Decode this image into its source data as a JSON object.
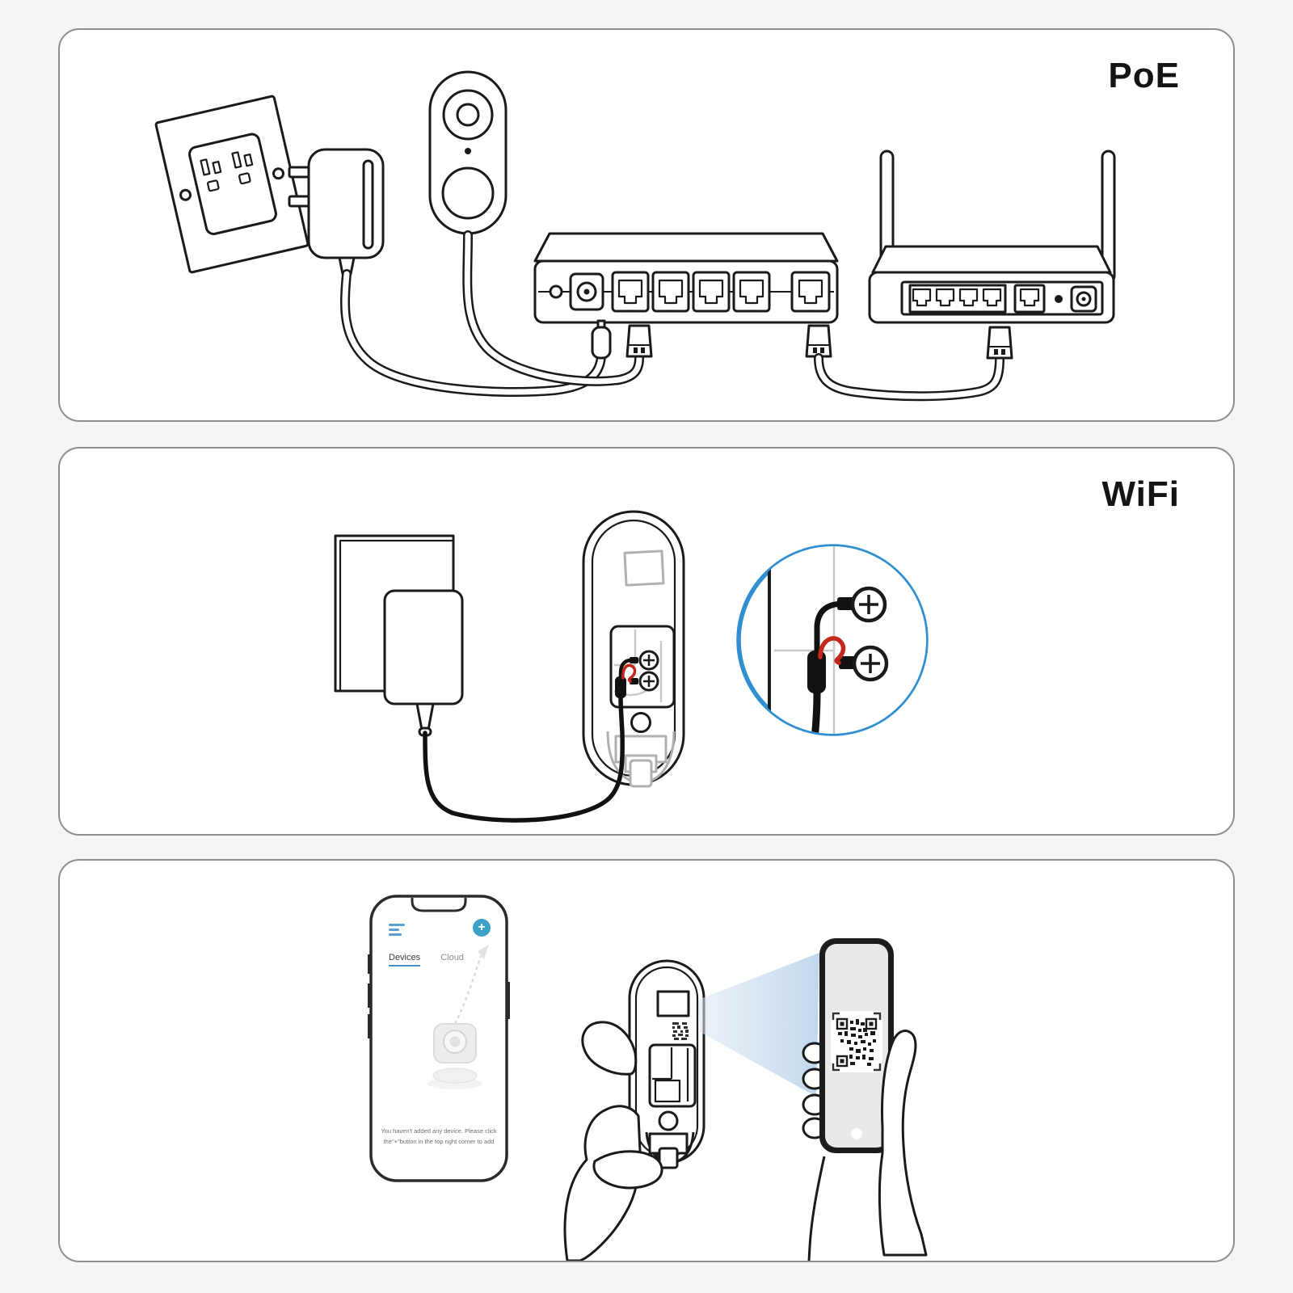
{
  "panels": [
    {
      "id": "poe",
      "label": "PoE"
    },
    {
      "id": "wifi",
      "label": "WiFi"
    },
    {
      "id": "app-setup",
      "label": ""
    }
  ],
  "app": {
    "menu_icon": "hamburger-icon",
    "add_button_label": "+",
    "tabs": [
      {
        "label": "Devices",
        "active": true
      },
      {
        "label": "Cloud",
        "active": false
      }
    ],
    "empty_message_line1": "You haven't added any device. Please click",
    "empty_message_line2": "the\"+\"button in the top right corner to add"
  },
  "colors": {
    "background": "#f4f5f6",
    "panel_border": "#8e8e8e",
    "line_art": "#1a1a1a",
    "accent_blue_ring": "#2f8fd1",
    "wire_red": "#c4281c",
    "teal_add_button": "#3aa2c6",
    "link_blue": "#4a90c8",
    "hamburger_blue": "#5b9fd4",
    "beam_blue": "#b9d2ea",
    "muted_gray": "#b0b0b0"
  }
}
